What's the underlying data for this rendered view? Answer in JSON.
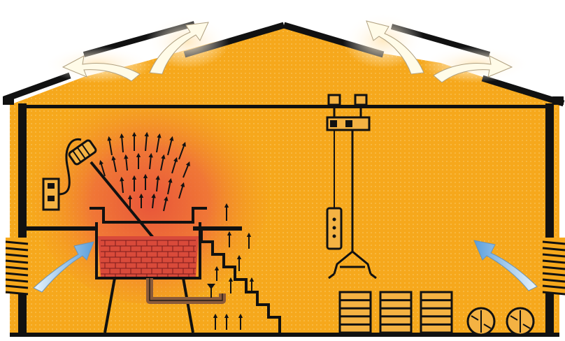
{
  "colors": {
    "background": "#ffffff",
    "interior": "#f6a81c",
    "interior_dots": "#f9c25a",
    "heat_core": "#e8553a",
    "heat_mid": "#ef7a3a",
    "outline": "#111111",
    "liquid": "#d94a3a",
    "liquid_lines": "#7a1c1c",
    "pipe": "#8a5a3a",
    "exhaust_arrow": "#fffbe8",
    "intake_arrow": "#9cc8ef",
    "panel": "#f4b243"
  },
  "icons": {
    "roof_exhaust": "wide-curved-arrow",
    "wall_intake": "wide-curved-arrow",
    "convection": "small-up-arrow",
    "motor": "stirrer-motor-icon",
    "panel": "control-panel-icon",
    "hoist": "electric-hoist-icon",
    "barrel": "barrel-icon"
  }
}
